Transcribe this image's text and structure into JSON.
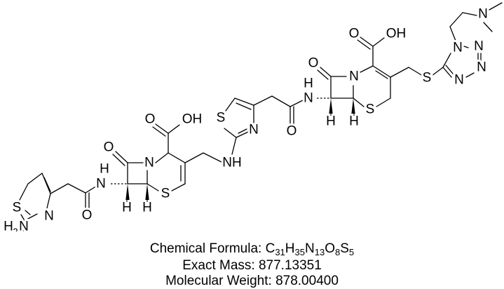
{
  "compound": {
    "formula_label": "Chemical Formula:",
    "formula_parts": [
      {
        "el": "C",
        "n": "31"
      },
      {
        "el": "H",
        "n": "35"
      },
      {
        "el": "N",
        "n": "13"
      },
      {
        "el": "O",
        "n": "8"
      },
      {
        "el": "S",
        "n": "5"
      }
    ],
    "exact_mass_label": "Exact Mass:",
    "exact_mass": "877.13351",
    "mw_label": "Molecular Weight:",
    "mw": "878.00400"
  },
  "atoms": {
    "S": "S",
    "N": "N",
    "O": "O",
    "H": "H",
    "OH": "OH",
    "NH": "NH",
    "H2N_H": "H",
    "H2N_2": "2",
    "H2N_N": "N"
  },
  "colors": {
    "ink": "#000000",
    "background": "#ffffff"
  }
}
